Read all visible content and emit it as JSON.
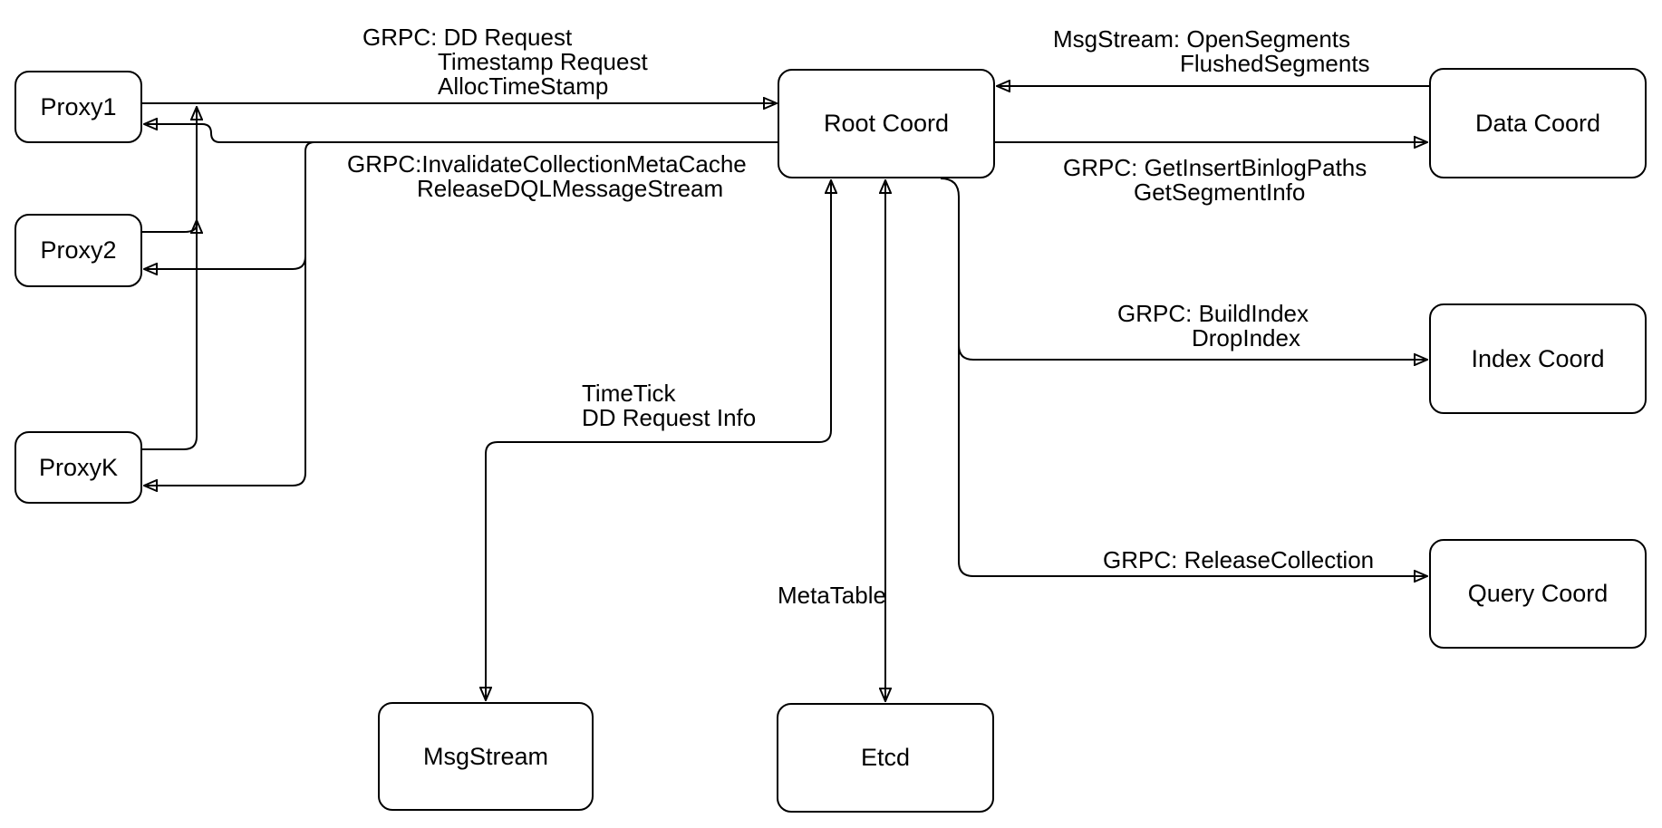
{
  "nodes": {
    "proxy1": {
      "label": "Proxy1"
    },
    "proxy2": {
      "label": "Proxy2"
    },
    "proxyk": {
      "label": "ProxyK"
    },
    "root_coord": {
      "label": "Root Coord"
    },
    "data_coord": {
      "label": "Data Coord"
    },
    "index_coord": {
      "label": "Index Coord"
    },
    "query_coord": {
      "label": "Query Coord"
    },
    "msg_stream": {
      "label": "MsgStream"
    },
    "etcd": {
      "label": "Etcd"
    }
  },
  "edge_labels": {
    "proxy_to_root": {
      "lines": [
        "GRPC: DD Request",
        "Timestamp Request",
        "AllocTimeStamp"
      ]
    },
    "root_to_proxy": {
      "lines": [
        "GRPC:InvalidateCollectionMetaCache",
        "ReleaseDQLMessageStream"
      ]
    },
    "data_to_root": {
      "lines": [
        "MsgStream: OpenSegments",
        "FlushedSegments"
      ]
    },
    "root_to_data": {
      "lines": [
        "GRPC: GetInsertBinlogPaths",
        "GetSegmentInfo"
      ]
    },
    "root_to_index": {
      "lines": [
        "GRPC: BuildIndex",
        "DropIndex"
      ]
    },
    "root_to_query": {
      "lines": [
        "GRPC: ReleaseCollection"
      ]
    },
    "root_to_msgstream": {
      "lines": [
        "TimeTick",
        "DD Request Info"
      ]
    },
    "root_to_etcd": {
      "lines": [
        "MetaTable"
      ]
    }
  },
  "edges": [
    {
      "from": "proxy1",
      "to": "root_coord",
      "arrows": "end",
      "label": "proxy_to_root"
    },
    {
      "from": "root_coord",
      "to": "proxy1",
      "arrows": "end",
      "label": "root_to_proxy"
    },
    {
      "from": "root_coord",
      "to": "proxy2",
      "arrows": "end",
      "label": "root_to_proxy"
    },
    {
      "from": "root_coord",
      "to": "proxyk",
      "arrows": "end",
      "label": "root_to_proxy"
    },
    {
      "from": "proxy2",
      "to": "root_coord",
      "arrows": "end",
      "label": "proxy_to_root"
    },
    {
      "from": "proxyk",
      "to": "root_coord",
      "arrows": "end",
      "label": "proxy_to_root"
    },
    {
      "from": "data_coord",
      "to": "root_coord",
      "arrows": "end",
      "label": "data_to_root"
    },
    {
      "from": "root_coord",
      "to": "data_coord",
      "arrows": "end",
      "label": "root_to_data"
    },
    {
      "from": "root_coord",
      "to": "index_coord",
      "arrows": "end",
      "label": "root_to_index"
    },
    {
      "from": "root_coord",
      "to": "query_coord",
      "arrows": "end",
      "label": "root_to_query"
    },
    {
      "from": "root_coord",
      "to": "msg_stream",
      "arrows": "both",
      "label": "root_to_msgstream"
    },
    {
      "from": "root_coord",
      "to": "etcd",
      "arrows": "both",
      "label": "root_to_etcd"
    }
  ],
  "colors": {
    "stroke": "#000000",
    "background": "#ffffff",
    "node_fill": "#ffffff"
  }
}
